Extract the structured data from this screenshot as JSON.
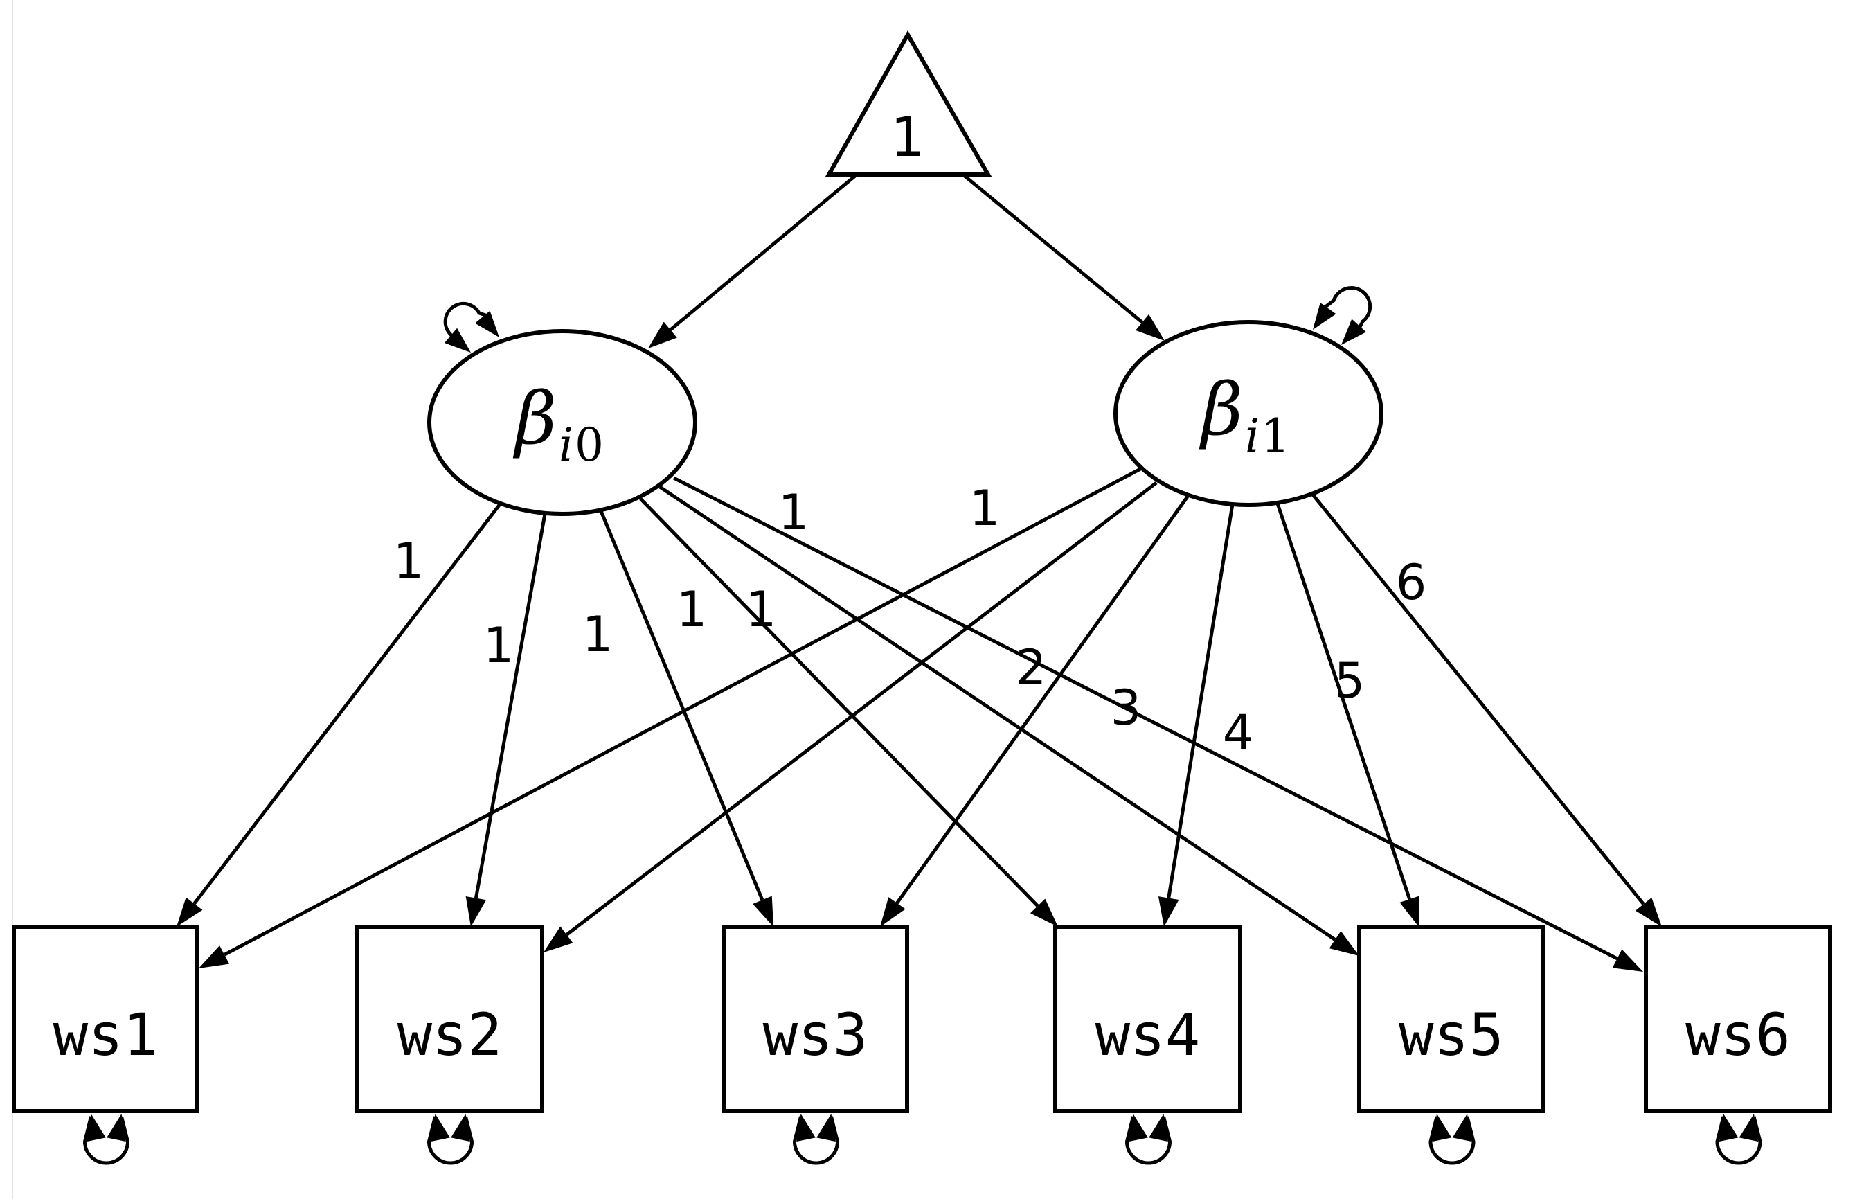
{
  "diagram": {
    "type": "path-diagram",
    "description": "Latent growth curve model (structural equation model)",
    "constant": {
      "id": "one",
      "label": "1",
      "shape": "triangle"
    },
    "latents": [
      {
        "id": "b0",
        "symbol": "β",
        "subscript_var": "i",
        "subscript_num": "0",
        "shape": "ellipse",
        "variance_loop": true
      },
      {
        "id": "b1",
        "symbol": "β",
        "subscript_var": "i",
        "subscript_num": "1",
        "shape": "ellipse",
        "variance_loop": true
      }
    ],
    "observed": [
      {
        "id": "ws1",
        "label": "ws1",
        "shape": "rectangle",
        "variance_loop": true
      },
      {
        "id": "ws2",
        "label": "ws2",
        "shape": "rectangle",
        "variance_loop": true
      },
      {
        "id": "ws3",
        "label": "ws3",
        "shape": "rectangle",
        "variance_loop": true
      },
      {
        "id": "ws4",
        "label": "ws4",
        "shape": "rectangle",
        "variance_loop": true
      },
      {
        "id": "ws5",
        "label": "ws5",
        "shape": "rectangle",
        "variance_loop": true
      },
      {
        "id": "ws6",
        "label": "ws6",
        "shape": "rectangle",
        "variance_loop": true
      }
    ],
    "mean_paths": [
      {
        "from": "one",
        "to": "b0",
        "label": ""
      },
      {
        "from": "one",
        "to": "b1",
        "label": ""
      }
    ],
    "loadings": [
      {
        "from": "b0",
        "to": "ws1",
        "label": "1"
      },
      {
        "from": "b0",
        "to": "ws2",
        "label": "1"
      },
      {
        "from": "b0",
        "to": "ws3",
        "label": "1"
      },
      {
        "from": "b0",
        "to": "ws4",
        "label": "1"
      },
      {
        "from": "b0",
        "to": "ws5",
        "label": "1"
      },
      {
        "from": "b0",
        "to": "ws6",
        "label": "1"
      },
      {
        "from": "b1",
        "to": "ws1",
        "label": "1"
      },
      {
        "from": "b1",
        "to": "ws2",
        "label": "2"
      },
      {
        "from": "b1",
        "to": "ws3",
        "label": "3"
      },
      {
        "from": "b1",
        "to": "ws4",
        "label": "4"
      },
      {
        "from": "b1",
        "to": "ws5",
        "label": "5"
      },
      {
        "from": "b1",
        "to": "ws6",
        "label": "6"
      }
    ]
  }
}
